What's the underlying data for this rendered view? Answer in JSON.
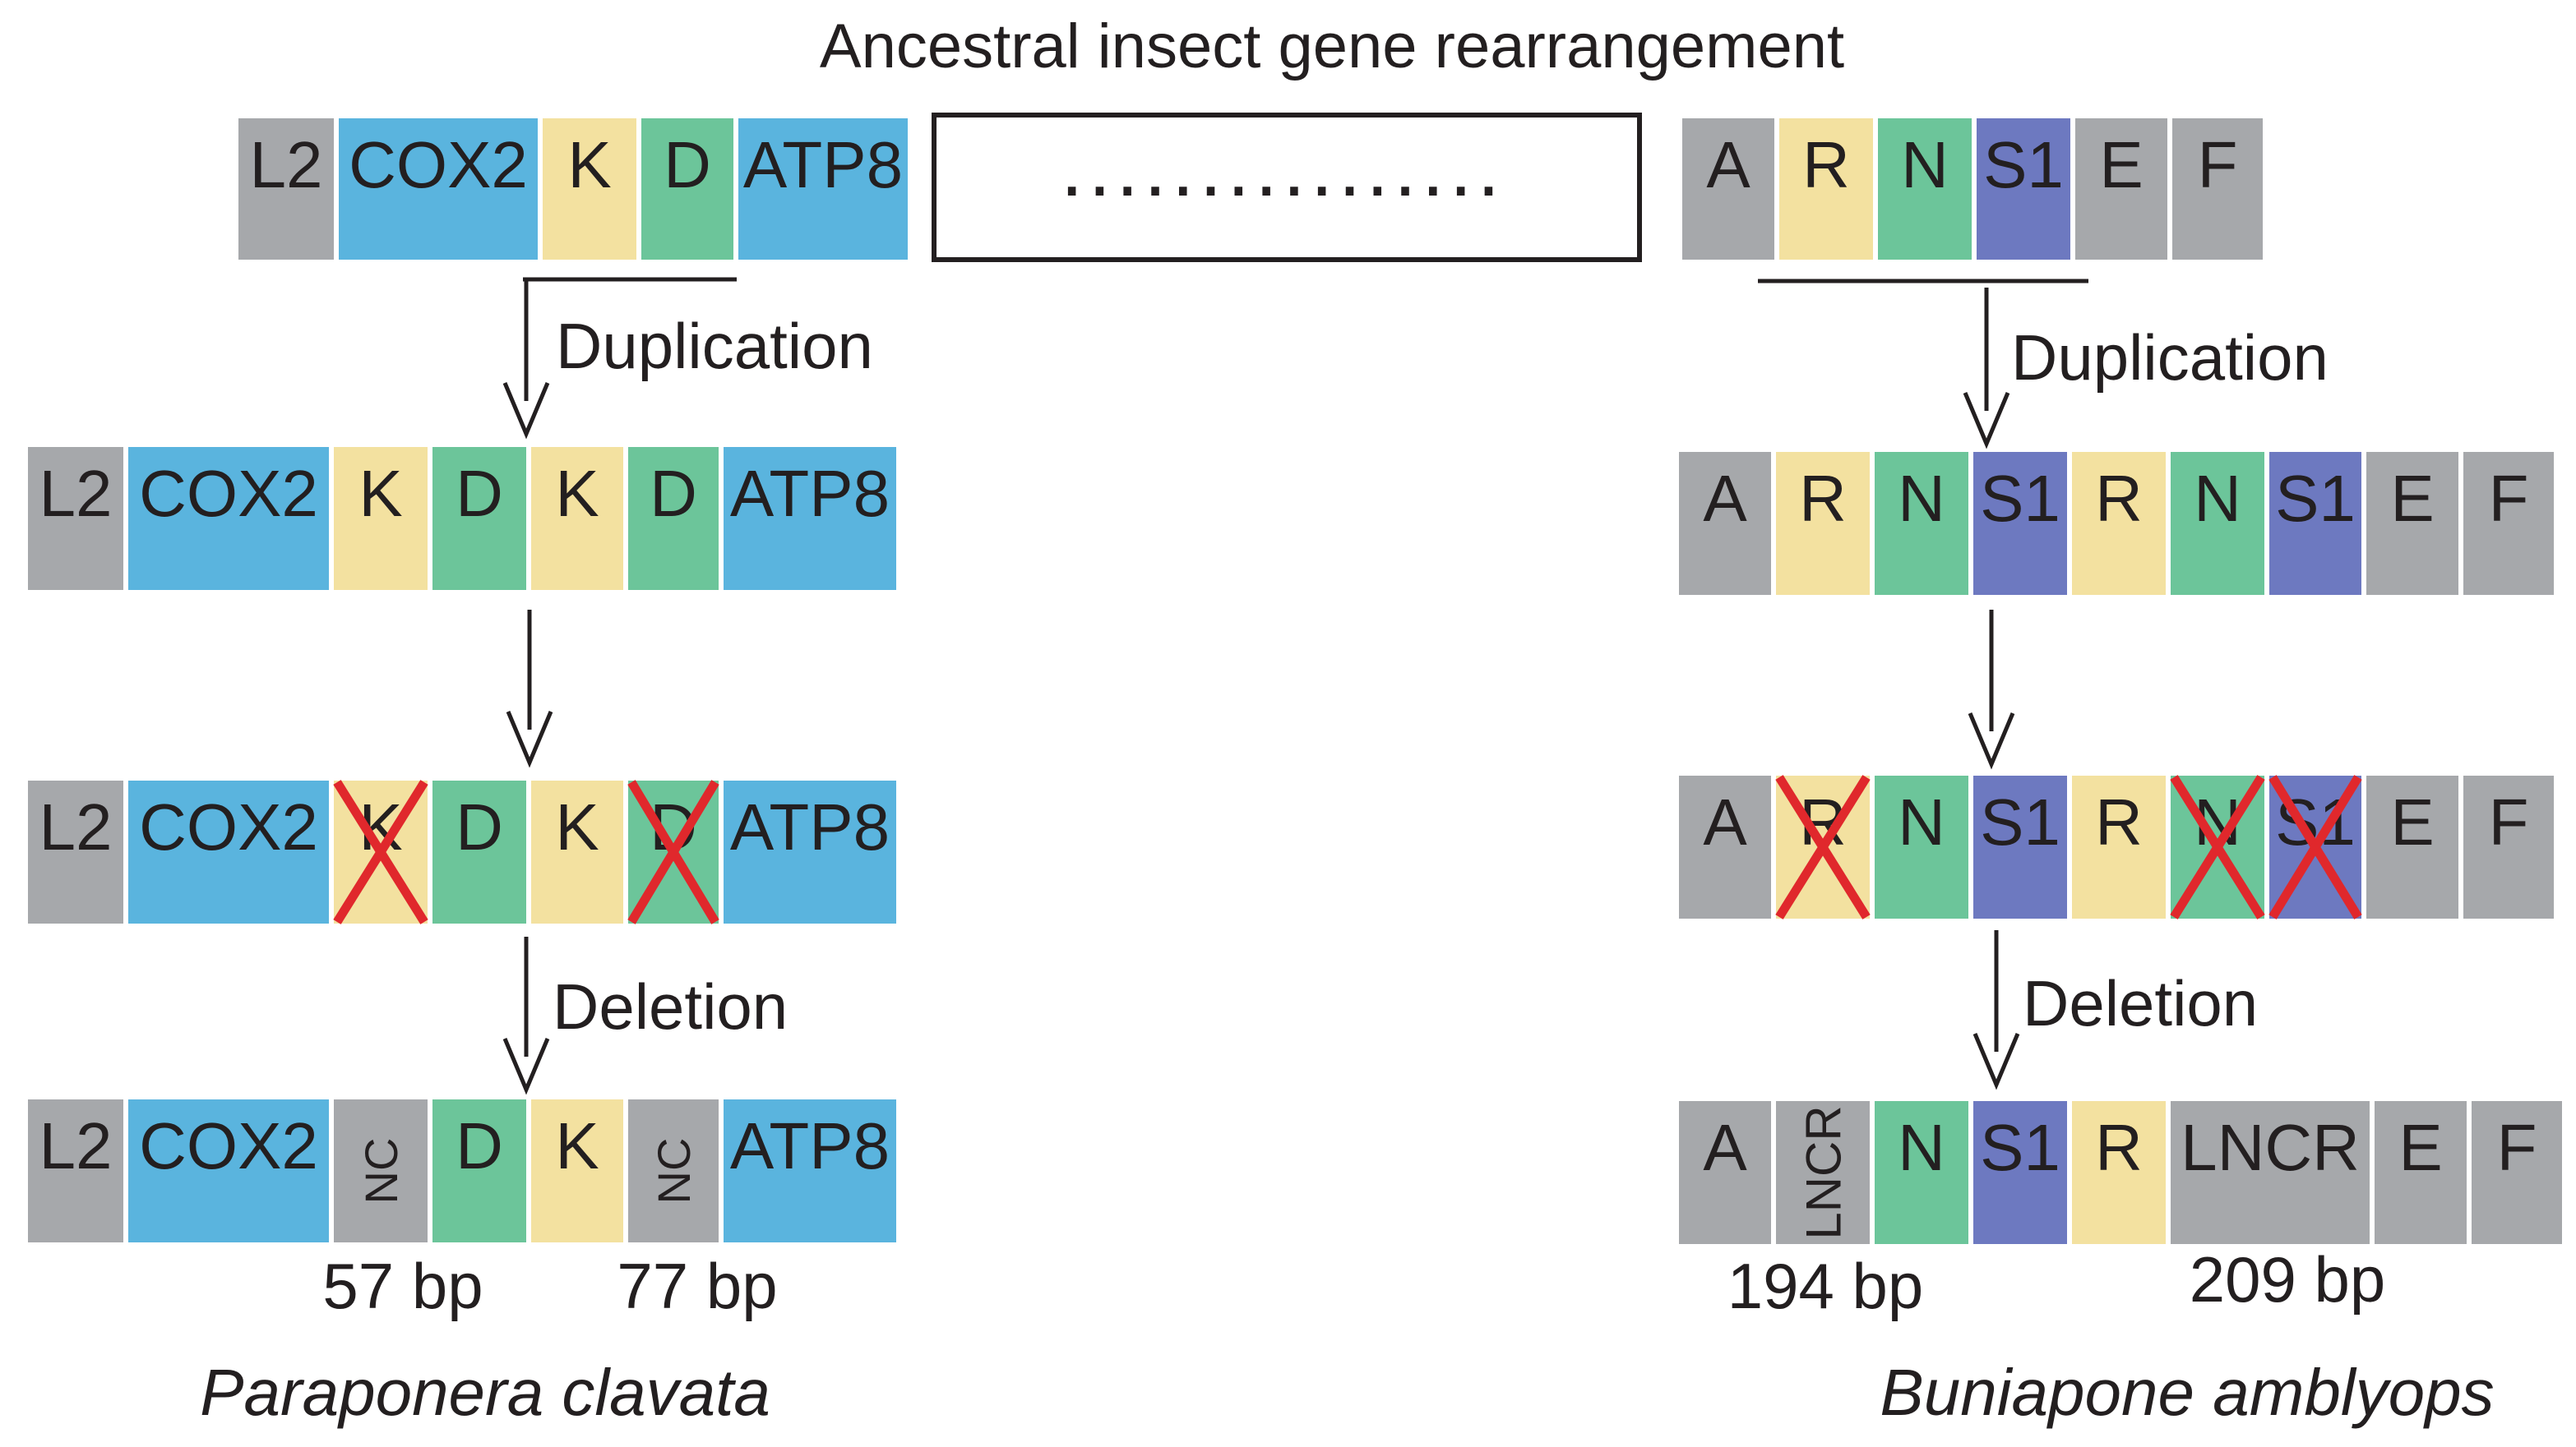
{
  "title": "Ancestral insect gene rearrangement",
  "colors": {
    "gray": "#a6a8ab",
    "blue": "#5ab4de",
    "yellow": "#f3e1a0",
    "green": "#6cc59a",
    "purple": "#6d79c0",
    "cross": "#e0282c",
    "ink": "#231f20"
  },
  "ancestral": {
    "left_genes": [
      "L2",
      "COX2",
      "K",
      "D",
      "ATP8"
    ],
    "gap_dots": "................",
    "right_genes": [
      "A",
      "R",
      "N",
      "S1",
      "E",
      "F"
    ]
  },
  "left_panel": {
    "species": "Paraponera clavata",
    "steps": [
      "Duplication",
      "",
      "Deletion"
    ],
    "rows": [
      {
        "genes": [
          "L2",
          "COX2",
          "K",
          "D",
          "K",
          "D",
          "ATP8"
        ]
      },
      {
        "genes": [
          "L2",
          "COX2",
          "K",
          "D",
          "K",
          "D",
          "ATP8"
        ],
        "deleted": [
          "K",
          "D"
        ]
      },
      {
        "genes": [
          "L2",
          "COX2",
          "NC",
          "D",
          "K",
          "NC",
          "ATP8"
        ]
      }
    ],
    "noncoding_lengths": [
      "57 bp",
      "77 bp"
    ]
  },
  "right_panel": {
    "species": "Buniapone amblyops",
    "steps": [
      "Duplication",
      "",
      "Deletion"
    ],
    "rows": [
      {
        "genes": [
          "A",
          "R",
          "N",
          "S1",
          "R",
          "N",
          "S1",
          "E",
          "F"
        ]
      },
      {
        "genes": [
          "A",
          "R",
          "N",
          "S1",
          "R",
          "N",
          "S1",
          "E",
          "F"
        ],
        "deleted": [
          "R",
          "N",
          "S1"
        ]
      },
      {
        "genes": [
          "A",
          "LNCR",
          "N",
          "S1",
          "R",
          "LNCR",
          "E",
          "F"
        ]
      }
    ],
    "noncoding_lengths": [
      "194 bp",
      "209 bp"
    ]
  }
}
